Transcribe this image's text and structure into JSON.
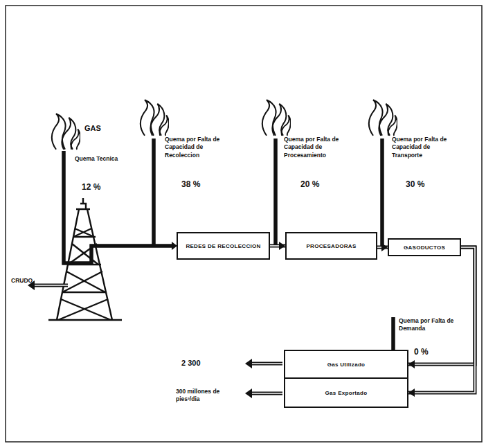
{
  "diagram": {
    "nodes": [
      {
        "text": [
          "REDES DE RECOLECCION"
        ]
      },
      {
        "text": [
          "PROCESADORAS"
        ]
      },
      {
        "text": [
          "GASODUCTOS"
        ]
      },
      {
        "text": [
          "Gas Utilizado"
        ]
      },
      {
        "text": [
          "Gas Exportado"
        ]
      }
    ],
    "edges": [
      {
        "from": 0,
        "to": 1,
        "arrow": "to"
      },
      {
        "from": 1,
        "to": 2,
        "arrow": "to"
      },
      {
        "from": 2,
        "to": 3,
        "arrow": "to"
      },
      {
        "from": 2,
        "to": 4,
        "arrow": "to"
      }
    ],
    "labels": [
      "GAS",
      "Quema Tecnica",
      "12 %",
      "Quema por Falta de Capacidad de Recoleccion",
      "38 %",
      "Quema por Falta de Capacidad de Procesamiento",
      "20 %",
      "Quema por Falta de Capacidad de Transporte",
      "30 %",
      "Quema por Falta de Demanda",
      "0 %",
      "CRUDO",
      "2 300",
      "300 millones de pies³/dia"
    ]
  }
}
